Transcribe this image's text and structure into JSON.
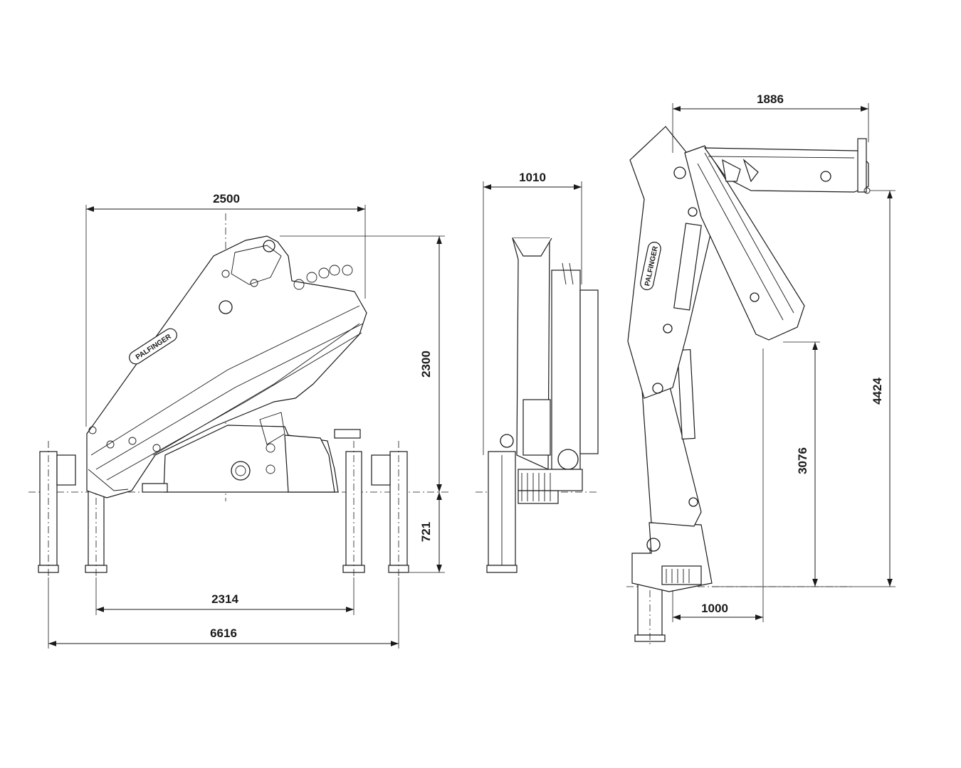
{
  "brand": {
    "logo_text": "PALFINGER"
  },
  "dimensions": {
    "side_view": {
      "width_top": "2500",
      "height": "2300",
      "height_below_base": "721",
      "outrigger_inner_span": "2314",
      "outrigger_total_span": "6616"
    },
    "front_view": {
      "width": "1010"
    },
    "extended_view": {
      "reach": "1886",
      "height_total": "4424",
      "hook_height": "3076",
      "base_offset": "1000"
    }
  }
}
